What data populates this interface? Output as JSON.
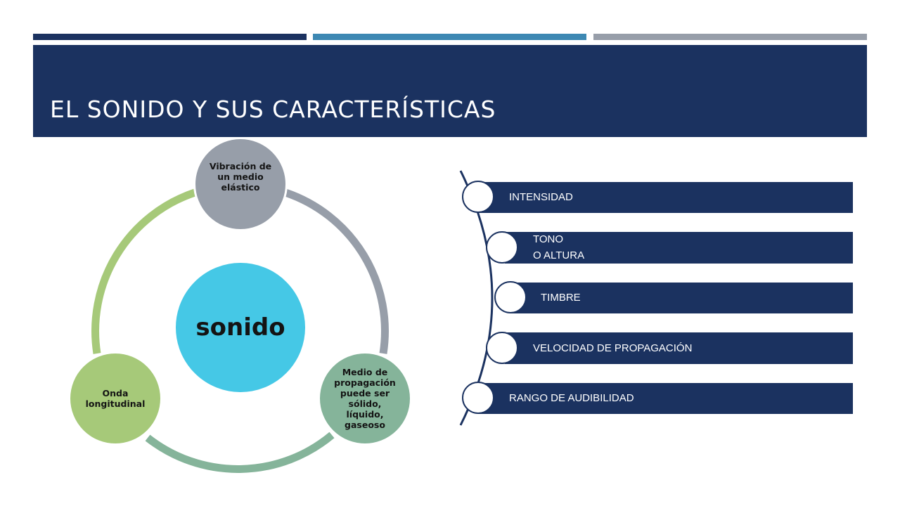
{
  "slide": {
    "title": "EL SONIDO Y SUS CARACTERÍSTICAS",
    "accent_bars": [
      "#1b3260",
      "#3d88b3",
      "#979ea9"
    ],
    "band_color": "#1b3260"
  },
  "cycle": {
    "center": {
      "label": "sonido",
      "color": "#45c8e6"
    },
    "nodes": [
      {
        "label": "Vibración de un medio elástico",
        "color": "#979ea9"
      },
      {
        "label": "Medio de propagación puede ser sólido, líquido, gaseoso",
        "color": "#85b49a"
      },
      {
        "label": "Onda longitudinal",
        "color": "#a6c979"
      }
    ]
  },
  "characteristics": [
    {
      "line1": "INTENSIDAD",
      "line2": ""
    },
    {
      "line1": "TONO",
      "line2": "O ALTURA"
    },
    {
      "line1": "TIMBRE",
      "line2": ""
    },
    {
      "line1": "VELOCIDAD DE PROPAGACIÓN",
      "line2": ""
    },
    {
      "line1": "RANGO DE AUDIBILIDAD",
      "line2": ""
    }
  ]
}
